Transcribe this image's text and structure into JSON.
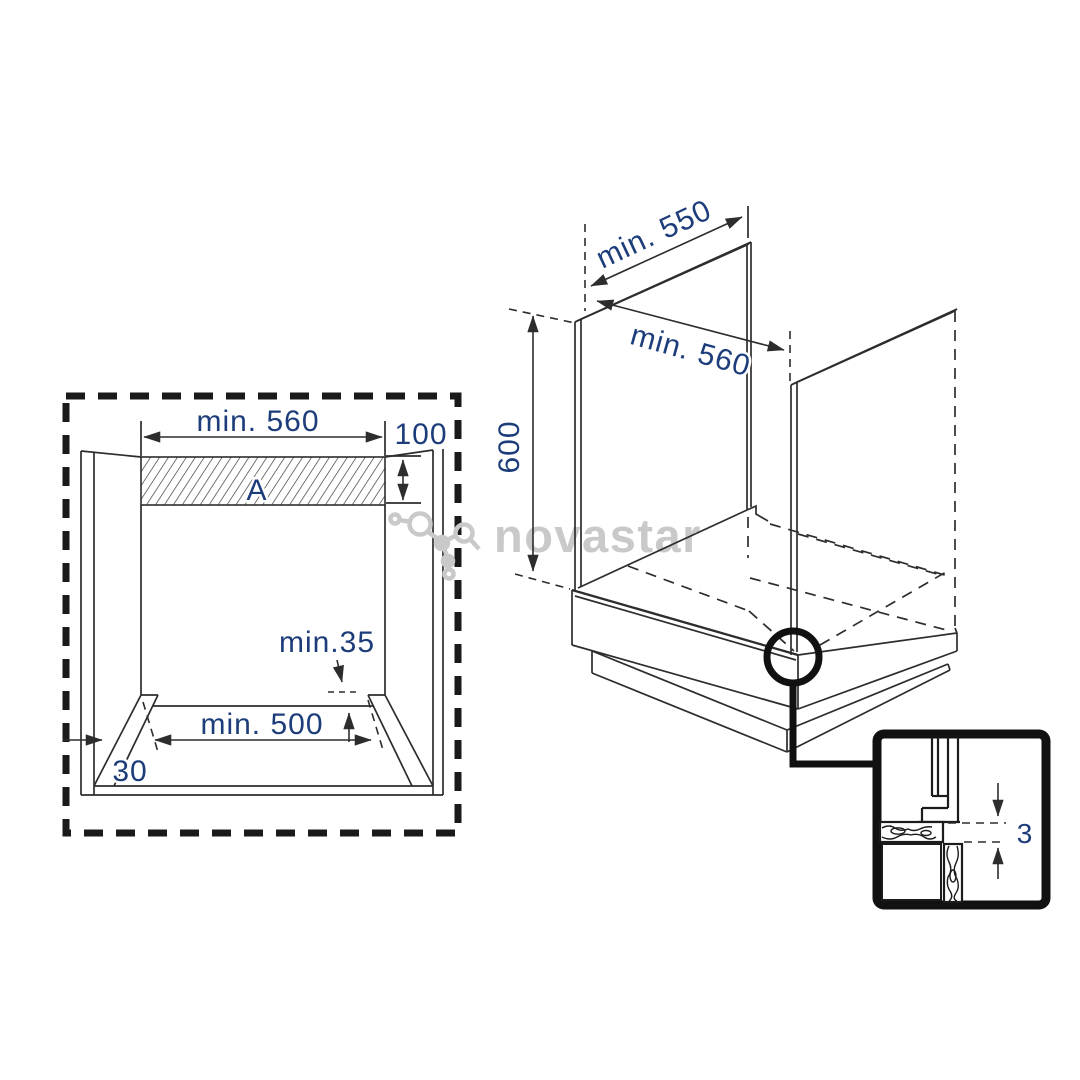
{
  "colors": {
    "background": "#ffffff",
    "line": "#2d2d2d",
    "frame": "#1a1a1a",
    "dimension_text": "#1d3d7a",
    "watermark": "#c9c9c9"
  },
  "watermark": {
    "text": "novastar",
    "logo": "network-nodes-logo"
  },
  "front_view": {
    "labels": {
      "top_width": "min. 560",
      "niche_top_height": "100",
      "ventilation_area": "A",
      "rear_clearance": "min.35",
      "bottom_width": "min. 500",
      "side_clearance": "30"
    }
  },
  "isometric_view": {
    "labels": {
      "depth": "min. 550",
      "back_width": "min. 560",
      "height": "600"
    }
  },
  "gap_detail": {
    "labels": {
      "gap_mm": "3"
    }
  }
}
